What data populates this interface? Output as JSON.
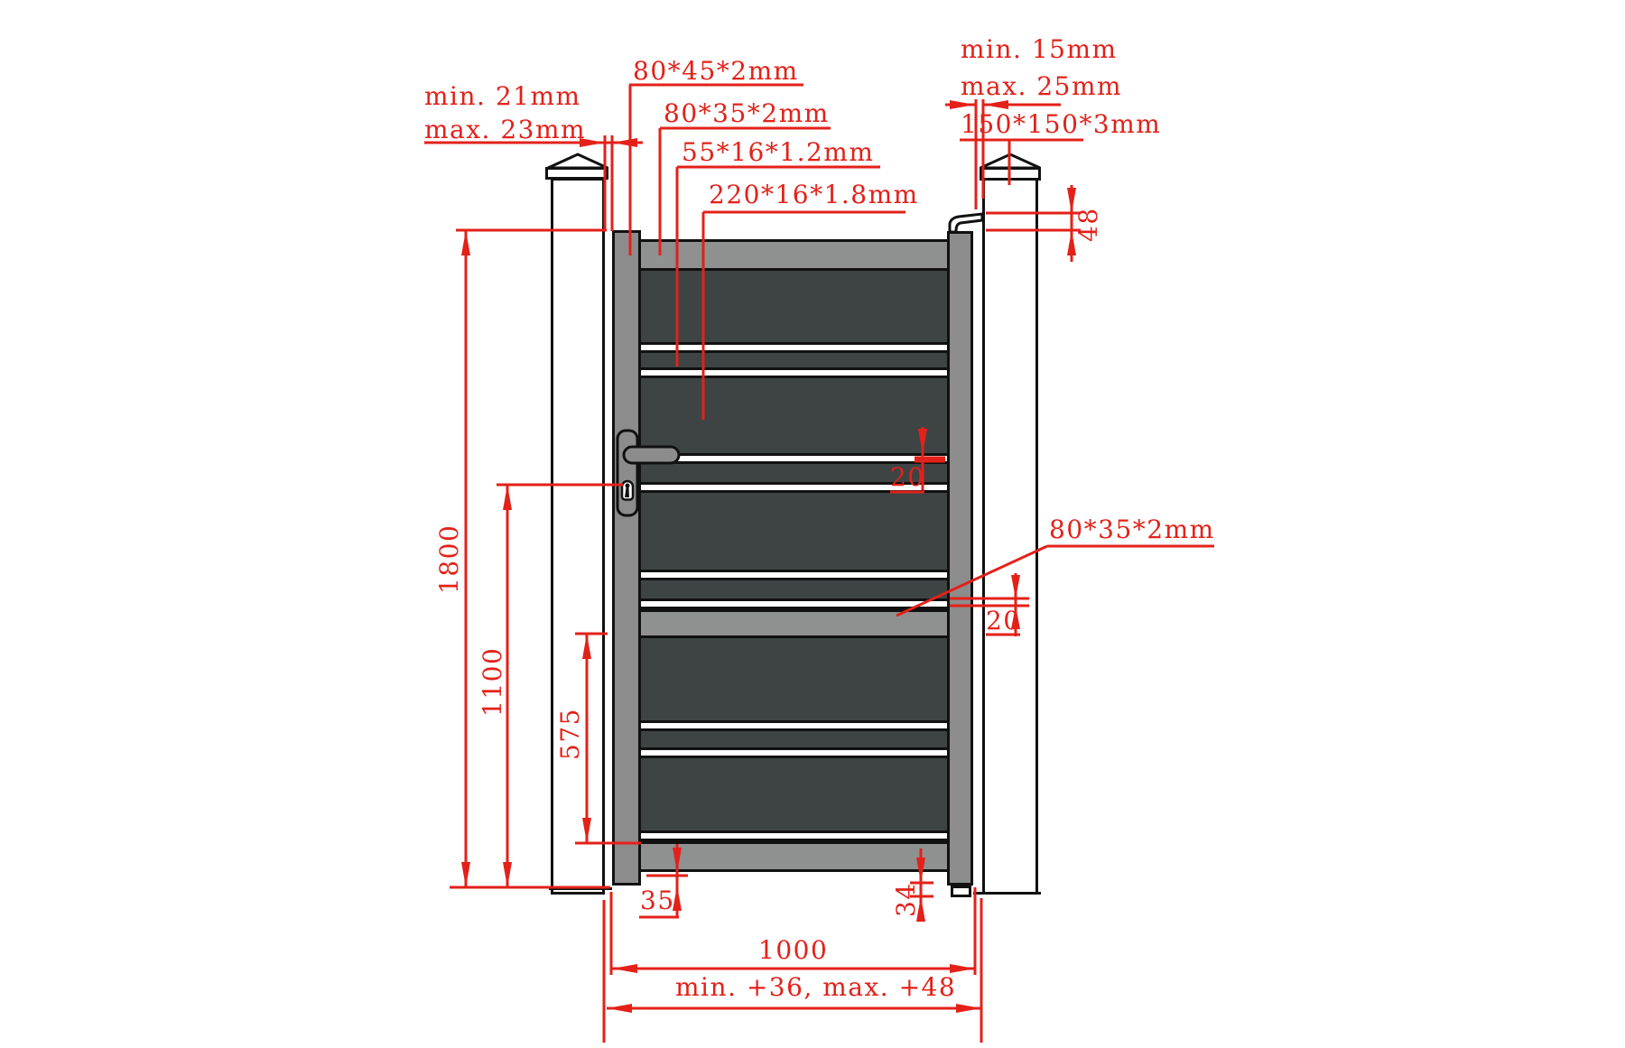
{
  "title": "Aluminium garden gate installation drawing",
  "colors": {
    "dimension_red": "#e32119",
    "frame_gray": "#8c8c8c",
    "rail_gray": "#8f9090",
    "panel_dark": "#3e4444",
    "outline_black": "#111111",
    "post_white": "#ffffff"
  },
  "labels": {
    "left_gap_min": "min. 21mm",
    "left_gap_max": "max. 23mm",
    "stile_profile": "80*45*2mm",
    "top_rail_profile": "80*35*2mm",
    "slat_profile": "55*16*1.2mm",
    "panel_profile": "220*16*1.8mm",
    "right_gap_min": "min. 15mm",
    "right_gap_max": "max. 25mm",
    "post_profile": "150*150*3mm",
    "latch_offset": "48",
    "gate_height": "1800",
    "lock_height": "1100",
    "lower_span": "575",
    "slat_gap_upper": "20",
    "mid_rail_profile": "80*35*2mm",
    "slat_gap_lower": "20",
    "bottom_inset": "35",
    "caster_height": "34",
    "gate_width": "1000",
    "opening_span": "min. +36, max. +48"
  }
}
